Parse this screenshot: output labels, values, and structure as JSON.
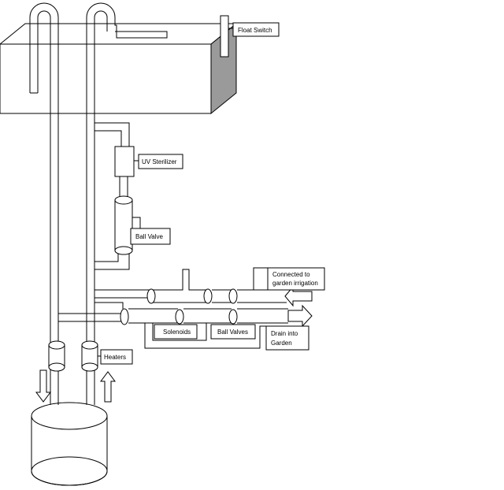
{
  "labels": {
    "float_switch": "Float Switch",
    "uv_sterilizer": "UV Sterilizer",
    "ball_valve": "Ball Valve",
    "connected_line1": "Connected to",
    "connected_line2": "garden irrigation",
    "solenoids": "Solenoids",
    "ball_valves": "Ball Valves",
    "drain_line1": "Drain into",
    "drain_line2": "Garden",
    "heaters": "Heaters"
  },
  "colors": {
    "line": "#000000",
    "tank_side_shade": "#9a9a9a",
    "background": "#ffffff"
  }
}
